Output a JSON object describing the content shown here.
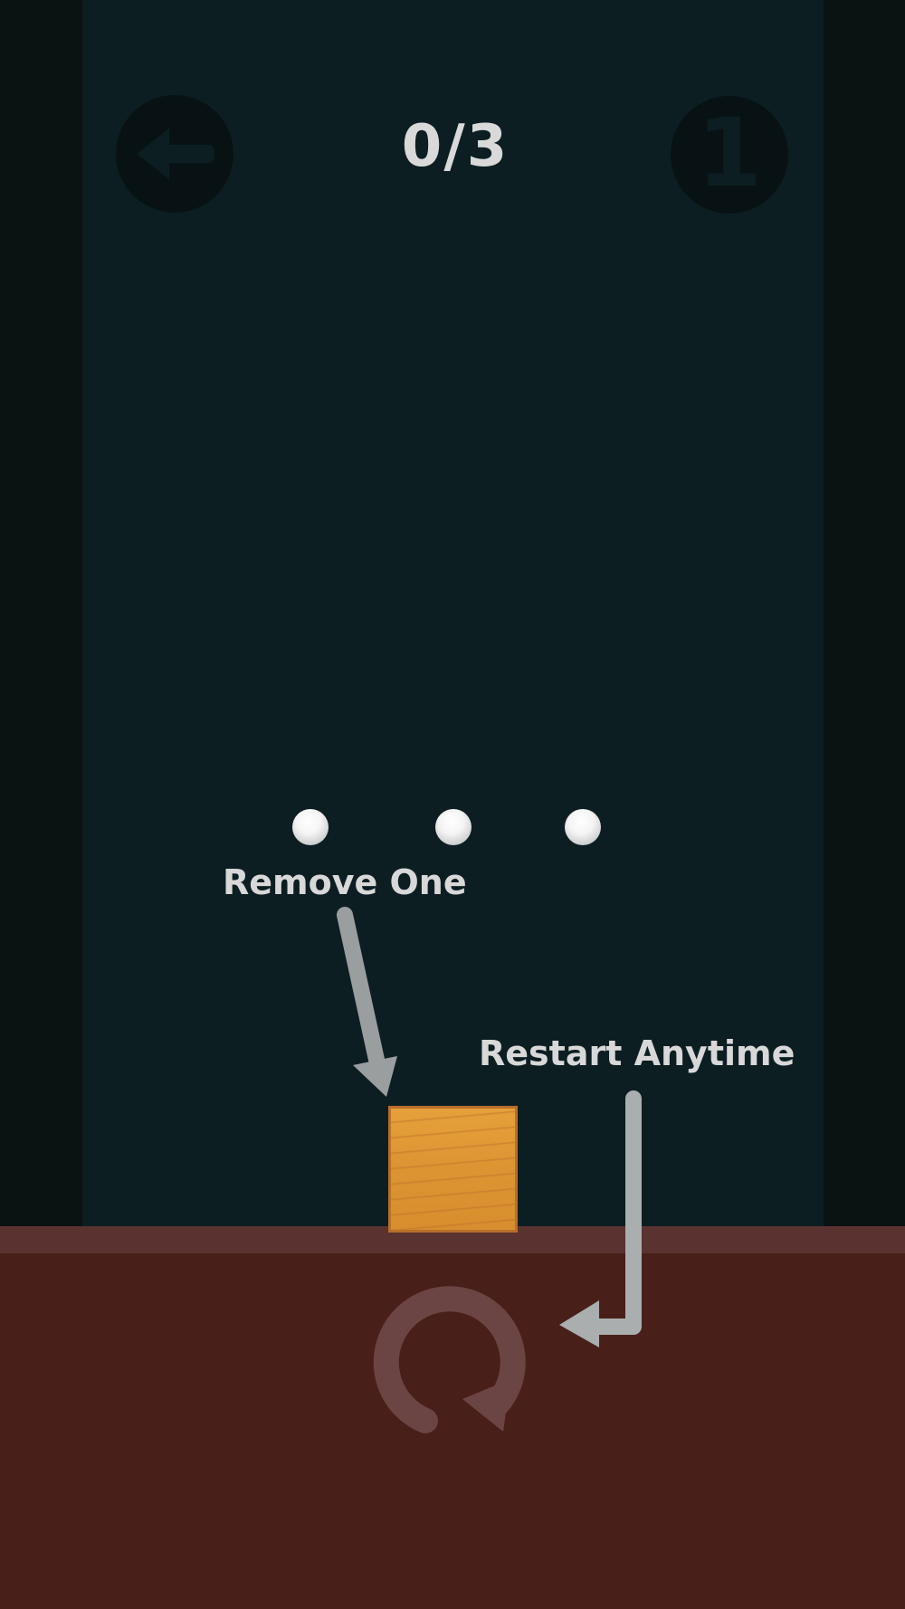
{
  "hud": {
    "score": "0/3",
    "level": "1",
    "back_icon": "arrow-left-icon"
  },
  "tutorial": {
    "remove_hint": "Remove One",
    "restart_hint": "Restart Anytime"
  },
  "scene": {
    "balls": 3,
    "crate_icon": "wooden-crate",
    "restart_icon": "restart-icon"
  },
  "colors": {
    "playfield": "#0c1e22",
    "ground": "#482019",
    "crate": "#dc9432",
    "text": "#d9d9d9"
  }
}
